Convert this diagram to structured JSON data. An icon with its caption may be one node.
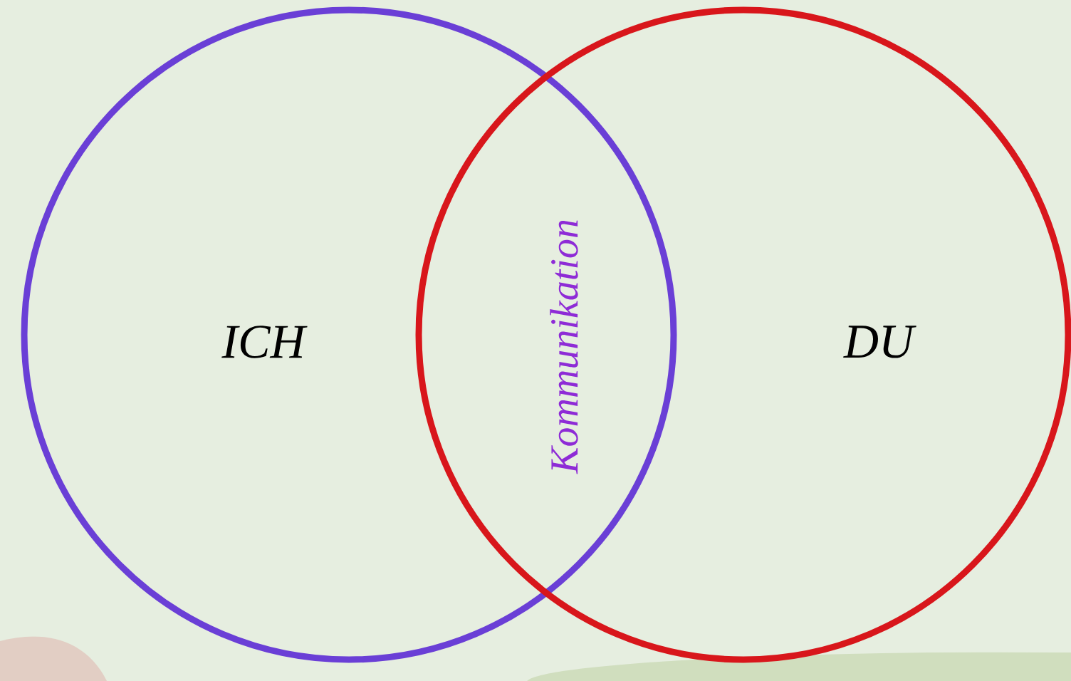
{
  "diagram": {
    "nodes": [
      {
        "text": [
          "ICH"
        ]
      },
      {
        "text": [
          "DU"
        ]
      }
    ],
    "labels": [
      "Kommunikation"
    ]
  }
}
